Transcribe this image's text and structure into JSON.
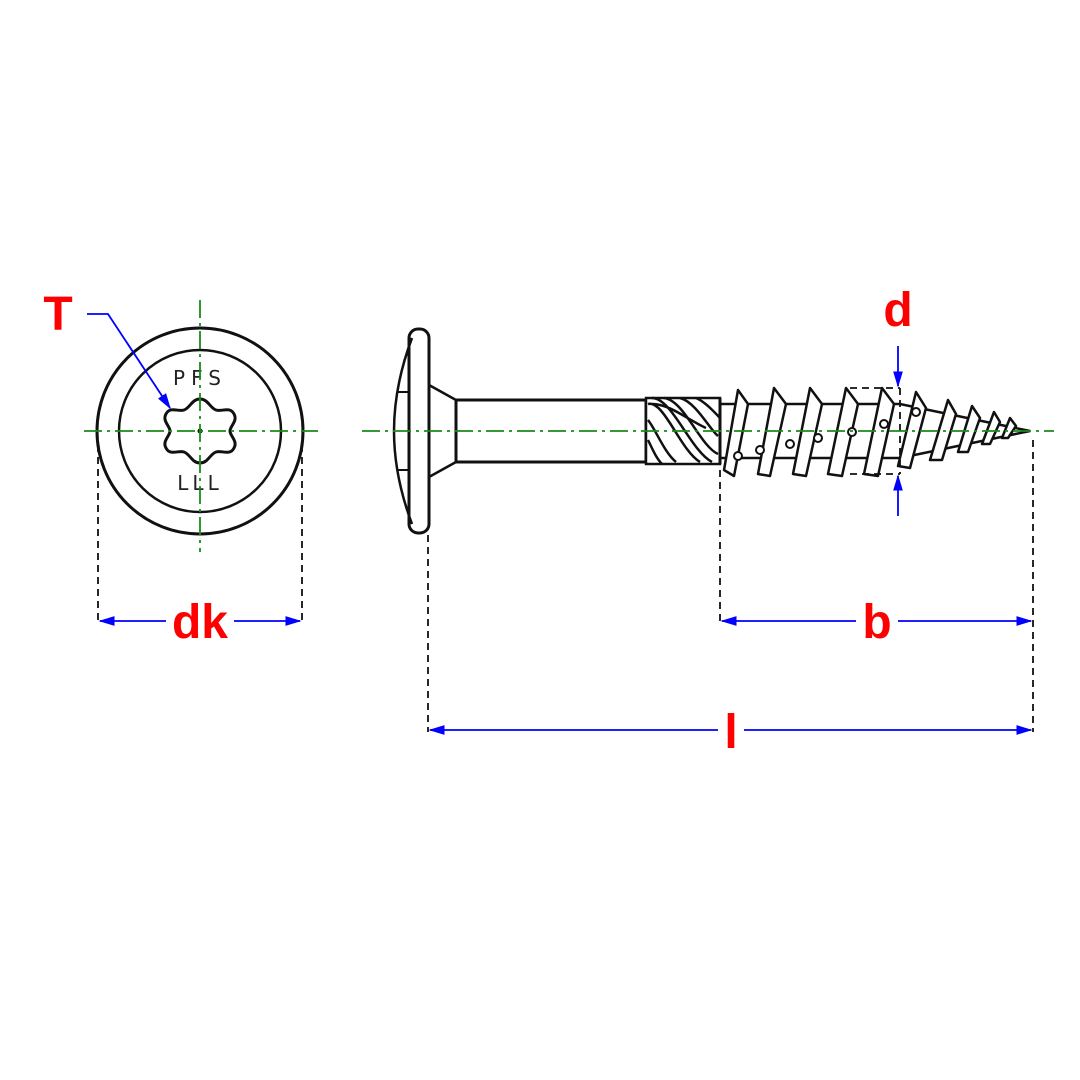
{
  "labels": {
    "T": "T",
    "dk": "dk",
    "d": "d",
    "b": "b",
    "l": "l"
  },
  "head_markings": {
    "top": "PFS",
    "bottom": "LLL"
  },
  "colors": {
    "outline": "#111111",
    "centerline": "#1a8a1a",
    "dimension": "#0000ff",
    "label": "#ff0000"
  }
}
